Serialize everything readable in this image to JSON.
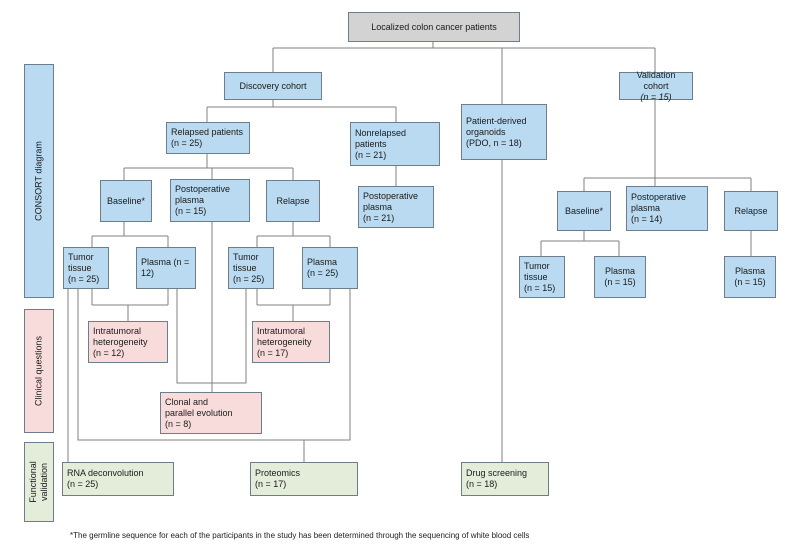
{
  "sidebars": {
    "consort": "CONSORT diagram",
    "clinical": "Clinical questions",
    "functional_1": "Functional",
    "functional_2": "validation"
  },
  "nodes": {
    "root": "Localized colon cancer patients",
    "discovery": "Discovery cohort",
    "validation_l1": "Validation cohort",
    "validation_l2": "(n = 15)",
    "relapsed_l1": "Relapsed patients",
    "relapsed_l2": "(n = 25)",
    "nonrelapsed_l1": "Nonrelapsed",
    "nonrelapsed_l2": "patients",
    "nonrelapsed_l3": "(n = 21)",
    "pdo_l1": "Patient-derived",
    "pdo_l2": "organoids",
    "pdo_l3": "(PDO, n = 18)",
    "d_baseline": "Baseline*",
    "d_postop_l1": "Postoperative",
    "d_postop_l2": "plasma",
    "d_postop_l3": "(n = 15)",
    "d_relapse": "Relapse",
    "nr_postop_l1": "Postoperative",
    "nr_postop_l2": "plasma",
    "nr_postop_l3": "(n = 21)",
    "v_baseline": "Baseline*",
    "v_postop_l1": "Postoperative",
    "v_postop_l2": "plasma",
    "v_postop_l3": "(n = 14)",
    "v_relapse": "Relapse",
    "tumor1_l1": "Tumor",
    "tumor1_l2": "tissue",
    "tumor1_l3": "(n = 25)",
    "plasma1": "Plasma (n = 12)",
    "tumor2_l1": "Tumor",
    "tumor2_l2": "tissue",
    "tumor2_l3": "(n = 25)",
    "plasma2_l1": "Plasma",
    "plasma2_l2": "(n = 25)",
    "v_tumor_l1": "Tumor",
    "v_tumor_l2": "tissue",
    "v_tumor_l3": "(n = 15)",
    "v_plasma1_l1": "Plasma",
    "v_plasma1_l2": "(n = 15)",
    "v_plasma2_l1": "Plasma",
    "v_plasma2_l2": "(n = 15)",
    "ih1_l1": "Intratumoral",
    "ih1_l2": "heterogeneity",
    "ih1_l3": "(n = 12)",
    "ih2_l1": "Intratumoral",
    "ih2_l2": "heterogeneity",
    "ih2_l3": "(n = 17)",
    "clonal_l1": "Clonal and",
    "clonal_l2": "parallel evolution",
    "clonal_l3": "(n = 8)",
    "rna_l1": "RNA deconvolution",
    "rna_l2": "(n = 25)",
    "proteomics_l1": "Proteomics",
    "proteomics_l2": "(n = 17)",
    "drug_l1": "Drug screening",
    "drug_l2": "(n = 18)"
  },
  "footnote": "*The germline sequence for each of the participants in the study has been determined through the sequencing of white blood cells",
  "colors": {
    "cohort_box": "#b9daf1",
    "clinical_box": "#f8dcdc",
    "functional_box": "#e3edd9",
    "root_box": "#d3d3d3",
    "connector": "#808080"
  }
}
